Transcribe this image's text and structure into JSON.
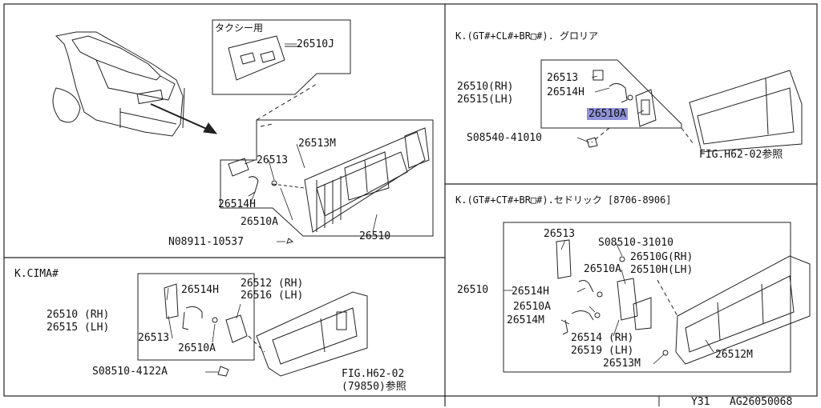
{
  "footer": {
    "sheet_code": "Y31",
    "drawing_number": "AG26050068"
  },
  "panels": {
    "main": {
      "taxi_label": "タクシー用",
      "parts": {
        "p26510J": "26510J",
        "p26513M": "26513M",
        "p26513": "26513",
        "p26514H": "26514H",
        "p26510A": "26510A",
        "p26510": "26510",
        "screw": "N08911-10537"
      }
    },
    "gloria": {
      "title": "K.(GT#+CL#+BR□#). グロリア",
      "parts": {
        "p26510rh": "26510(RH)",
        "p26515lh": "26515(LH)",
        "p26513": "26513",
        "p26514H": "26514H",
        "p26510A": "26510A",
        "screw": "S08540-41010",
        "fig_ref": "FIG.H62-02参照"
      }
    },
    "cima": {
      "title": "K.CIMA#",
      "parts": {
        "p26514H": "26514H",
        "p26512rh": "26512 (RH)",
        "p26516lh": "26516 (LH)",
        "p26510rh": "26510 (RH)",
        "p26515lh": "26515 (LH)",
        "p26513": "26513",
        "p26510A": "26510A",
        "screw": "S08510-4122A",
        "fig_ref": "FIG.H62-02",
        "fig_sub": "(79850)参照"
      }
    },
    "cedric": {
      "title": "K.(GT#+CT#+BR□#).セドリック [8706-8906]",
      "parts": {
        "p26513": "26513",
        "screw": "S08510-31010",
        "p26510G": "26510G(RH)",
        "p26510H": "26510H(LH)",
        "p26510A_1": "26510A",
        "p26510": "26510",
        "p26514H": "26514H",
        "p26510A_2": "26510A",
        "p26514M": "26514M",
        "p26514rh": "26514 (RH)",
        "p26519lh": "26519 (LH)",
        "p26513M": "26513M",
        "p26512M": "26512M"
      }
    }
  }
}
